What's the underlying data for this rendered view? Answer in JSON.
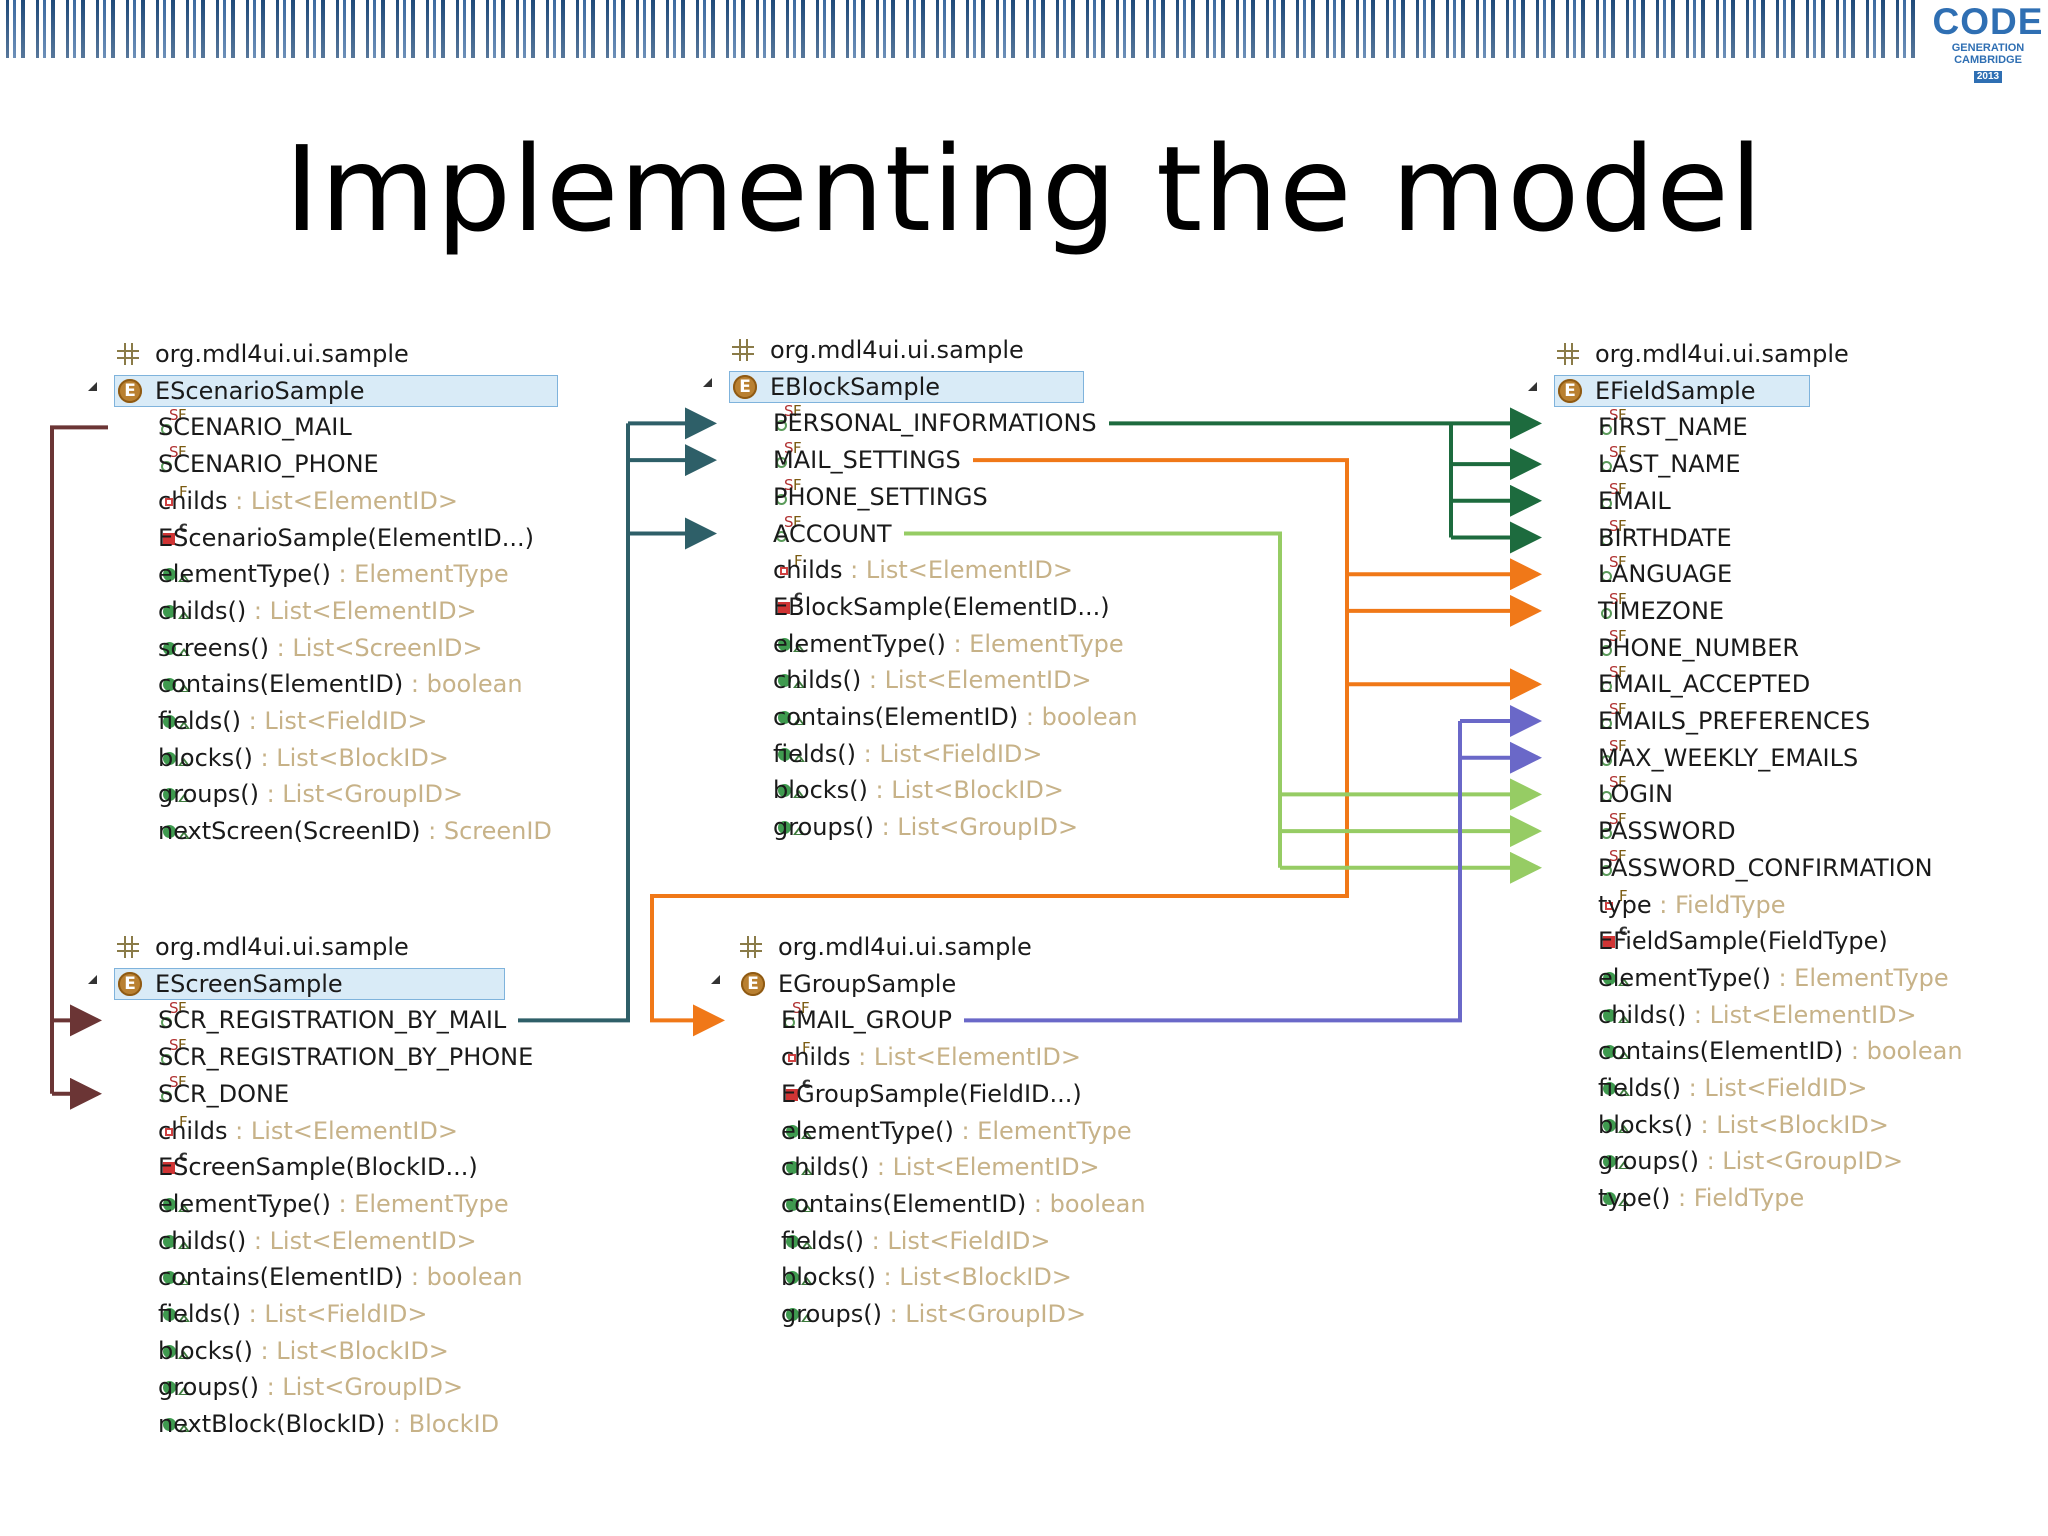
{
  "banner": {
    "logo_big": "CODE",
    "logo_line1": "GENERATION",
    "logo_line2": "CAMBRIDGE",
    "logo_year": "2013"
  },
  "title": "Implementing the model",
  "trees": {
    "scenario": {
      "package": "org.mdl4ui.ui.sample",
      "class": "EScenarioSample",
      "literals": [
        "SCENARIO_MAIL",
        "SCENARIO_PHONE"
      ],
      "field": {
        "name": "childs",
        "type": "List<ElementID>"
      },
      "ctor": "EScenarioSample(ElementID...)",
      "methods": [
        {
          "name": "elementType()",
          "type": "ElementType"
        },
        {
          "name": "childs()",
          "type": "List<ElementID>"
        },
        {
          "name": "screens()",
          "type": "List<ScreenID>"
        },
        {
          "name": "contains(ElementID)",
          "type": "boolean"
        },
        {
          "name": "fields()",
          "type": "List<FieldID>"
        },
        {
          "name": "blocks()",
          "type": "List<BlockID>"
        },
        {
          "name": "groups()",
          "type": "List<GroupID>"
        },
        {
          "name": "nextScreen(ScreenID)",
          "type": "ScreenID"
        }
      ]
    },
    "screen": {
      "package": "org.mdl4ui.ui.sample",
      "class": "EScreenSample",
      "literals": [
        "SCR_REGISTRATION_BY_MAIL",
        "SCR_REGISTRATION_BY_PHONE",
        "SCR_DONE"
      ],
      "field": {
        "name": "childs",
        "type": "List<ElementID>"
      },
      "ctor": "EScreenSample(BlockID...)",
      "methods": [
        {
          "name": "elementType()",
          "type": "ElementType"
        },
        {
          "name": "childs()",
          "type": "List<ElementID>"
        },
        {
          "name": "contains(ElementID)",
          "type": "boolean"
        },
        {
          "name": "fields()",
          "type": "List<FieldID>"
        },
        {
          "name": "blocks()",
          "type": "List<BlockID>"
        },
        {
          "name": "groups()",
          "type": "List<GroupID>"
        },
        {
          "name": "nextBlock(BlockID)",
          "type": "BlockID"
        }
      ]
    },
    "block": {
      "package": "org.mdl4ui.ui.sample",
      "class": "EBlockSample",
      "literals": [
        "PERSONAL_INFORMATIONS",
        "MAIL_SETTINGS",
        "PHONE_SETTINGS",
        "ACCOUNT"
      ],
      "field": {
        "name": "childs",
        "type": "List<ElementID>"
      },
      "ctor": "EBlockSample(ElementID...)",
      "methods": [
        {
          "name": "elementType()",
          "type": "ElementType"
        },
        {
          "name": "childs()",
          "type": "List<ElementID>"
        },
        {
          "name": "contains(ElementID)",
          "type": "boolean"
        },
        {
          "name": "fields()",
          "type": "List<FieldID>"
        },
        {
          "name": "blocks()",
          "type": "List<BlockID>"
        },
        {
          "name": "groups()",
          "type": "List<GroupID>"
        }
      ]
    },
    "group": {
      "package": "org.mdl4ui.ui.sample",
      "class": "EGroupSample",
      "literals": [
        "EMAIL_GROUP"
      ],
      "field": {
        "name": "childs",
        "type": "List<ElementID>"
      },
      "ctor": "EGroupSample(FieldID...)",
      "methods": [
        {
          "name": "elementType()",
          "type": "ElementType"
        },
        {
          "name": "childs()",
          "type": "List<ElementID>"
        },
        {
          "name": "contains(ElementID)",
          "type": "boolean"
        },
        {
          "name": "fields()",
          "type": "List<FieldID>"
        },
        {
          "name": "blocks()",
          "type": "List<BlockID>"
        },
        {
          "name": "groups()",
          "type": "List<GroupID>"
        }
      ]
    },
    "field": {
      "package": "org.mdl4ui.ui.sample",
      "class": "EFieldSample",
      "literals": [
        "FIRST_NAME",
        "LAST_NAME",
        "EMAIL",
        "BIRTHDATE",
        "LANGUAGE",
        "TIMEZONE",
        "PHONE_NUMBER",
        "EMAIL_ACCEPTED",
        "EMAILS_PREFERENCES",
        "MAX_WEEKLY_EMAILS",
        "LOGIN",
        "PASSWORD",
        "PASSWORD_CONFIRMATION"
      ],
      "field": {
        "name": "type",
        "type": "FieldType"
      },
      "ctor": "EFieldSample(FieldType)",
      "methods": [
        {
          "name": "elementType()",
          "type": "ElementType"
        },
        {
          "name": "childs()",
          "type": "List<ElementID>"
        },
        {
          "name": "contains(ElementID)",
          "type": "boolean"
        },
        {
          "name": "fields()",
          "type": "List<FieldID>"
        },
        {
          "name": "blocks()",
          "type": "List<BlockID>"
        },
        {
          "name": "groups()",
          "type": "List<GroupID>"
        },
        {
          "name": "type()",
          "type": "FieldType"
        }
      ]
    }
  },
  "colors": {
    "scenario_link": "#6b3535",
    "screen_link": "#2e5f68",
    "personal_link": "#1d6b3e",
    "mail_link": "#f07818",
    "account_link": "#96cc64",
    "group_link": "#6a68c8"
  }
}
